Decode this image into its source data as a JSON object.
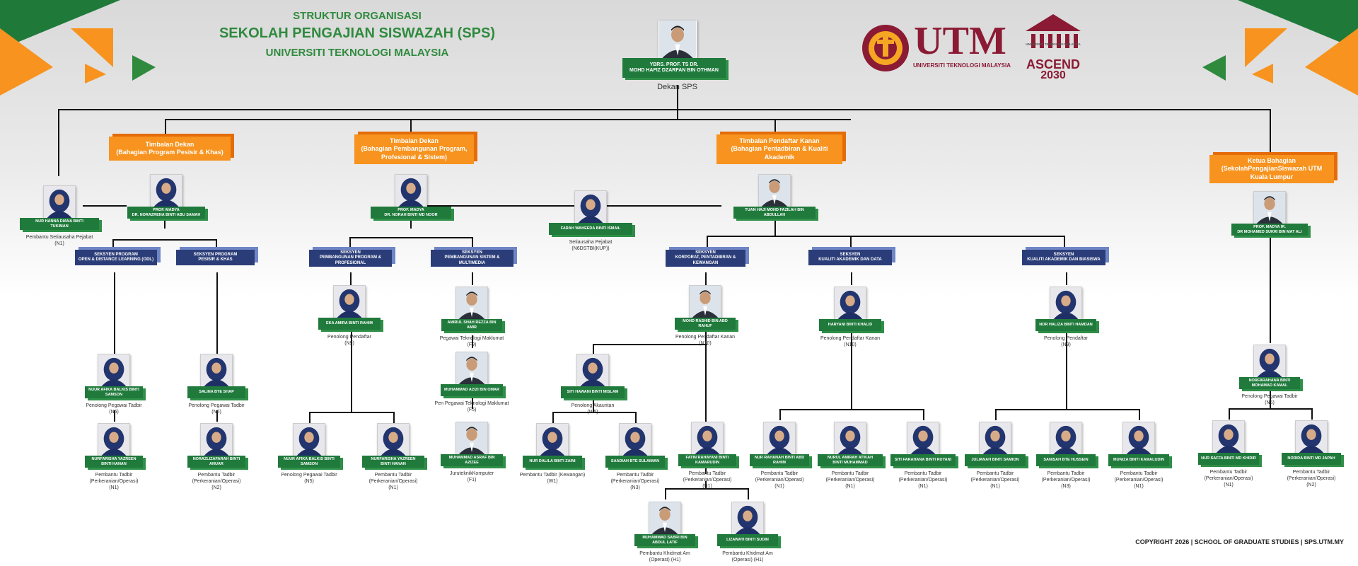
{
  "header": {
    "title1": "STRUKTUR ORGANISASI",
    "title2": "SEKOLAH PENGAJIAN SISWAZAH (SPS)",
    "title3": "UNIVERSITI TEKNOLOGI MALAYSIA"
  },
  "logos": {
    "utm_big": "UTM",
    "utm_sub": "UNIVERSITI TEKNOLOGI MALAYSIA",
    "ascend_top": "UNIVERSITI TEKNOLOGI MALAYSIA",
    "ascend_word": "ASCEND",
    "ascend_year": "2030"
  },
  "dean": {
    "name": "YBRS. PROF. TS DR.\nMOHD HAFIZ DZARFAN BIN OTHMAN",
    "role": "Dekan SPS"
  },
  "deputies": {
    "d1": "Timbalan Dekan\n(Bahagian Program Pesisir & Khas)",
    "d2": "Timbalan Dekan\n(Bahagian Pembangunan Program,\nProfesional & Sistem)",
    "d3": "Timbalan Pendaftar Kanan\n(Bahagian Pentadbiran & Kualiti\nAkademik",
    "d4": "Ketua Bahagian\n(SekolahPengajianSiswazah UTM\nKuala Lumpur"
  },
  "sections": {
    "s1": "SEKSYEN PROGRAM\nOPEN & DISTANCE LEARNING (ODL)",
    "s2": "SEKSYEN PROGRAM\nPESISIR & KHAS",
    "s3": "SEKSYEN\nPEMBANGUNAN PROGRAM &\nPROFESIONAL",
    "s4": "SEKSYEN\nPEMBANGUNAN SISTEM &\nMULTIMEDIA",
    "s5": "SEKSYEN\nKORPORAT, PENTADBIRAN &\nKEWANGAN",
    "s6": "SEKSYEN\nKUALITI AKADEMIK DAN DATA",
    "s7": "SEKSYEN\nKUALITI AKADEMIK DAN BIASISWA"
  },
  "people": [
    {
      "name": "NUR HANNA DIANA BINTI\nTUKIMAN",
      "role": "Pembantu Setiausaha Pejabat\n(N1)"
    },
    {
      "name": "PROF. MADYA\nDR. NORAZRENA BINTI ABU SAMAH",
      "role": ""
    },
    {
      "name": "PROF. MADYA\nDR. NORAH BINTI MD NOOR",
      "role": ""
    },
    {
      "name": "FARAH WAHEEDA BINTI ISMAIL",
      "role": "Setiausaha Pejabat\n(N6DSTBI(KUP))"
    },
    {
      "name": "TUAN HAJI MOHD FAZILAH BIN\nABDULLAH",
      "role": ""
    },
    {
      "name": "PROF. MADYA IR.\nDR MOHAMED SUKRI BIN MAT ALI",
      "role": ""
    },
    {
      "name": "NUUR AFIKA BALKIS BINTI\nSAMSON",
      "role": "Penolong Pegawai Tadbir\n(N5)"
    },
    {
      "name": "NURFARISHA YAZREEN\nBINTI HANAN",
      "role": "Pembantu Tadbir\n(Perkeranian/Operasi)\n(N1)"
    },
    {
      "name": "SALINA BTE SHAP",
      "role": "Penolong Pegawai Tadbir\n(N6)"
    },
    {
      "name": "NORAZLIZAFARAH BINTI\nANUAR",
      "role": "Pembantu Tadbir\n(Perkeranian/Operasi)\n(N2)"
    },
    {
      "name": "EKA AMIRA BINTI RAHIM",
      "role": "Penolong Pendaftar\n(N9)"
    },
    {
      "name": "NUUR AFIKA BALKIS BINTI\nSAMSON",
      "role": "Penolong Pegawai Tadbir\n(N5)"
    },
    {
      "name": "NURFARISHA YAZREEN\nBINTI HANAN",
      "role": "Pembantu Tadbir\n(Perkeranian/Operasi)\n(N1)"
    },
    {
      "name": "AMIRUL SHAH REZZA BIN\nAMIR",
      "role": "Pegawai Teknologi Maklumat\n(F9)"
    },
    {
      "name": "MUHAMMAD AZIZI BIN OMAR",
      "role": "Pen Pegawai Teknologi Maklumat\n(F5)"
    },
    {
      "name": "MUHAMMAD ASRAF BIN\nAZIZEE",
      "role": "JuruteknikKomputer\n(F1)"
    },
    {
      "name": "MOHD RASHID BIN ABD\nRAHUF",
      "role": "Penolong Pendaftar Kanan\n(N10)"
    },
    {
      "name": "SITI HAWANI BINTI MISLAM",
      "role": "Penolong Akauntan\n(W5)"
    },
    {
      "name": "NUR DALILA BINTI ZAINI",
      "role": "Pembantu Tadbir (Kewangan)\n(W1)"
    },
    {
      "name": "SAADIAH BTE SULAIMAN",
      "role": "Pembantu Tadbir\n(Perkeranian/Operasi)\n(N3)"
    },
    {
      "name": "FATIN RAHAYANI BINTI\nKAMARUDIN",
      "role": "Pembantu Tadbir\n(Perkeranian/Operasi)\n(N1)"
    },
    {
      "name": "MUHAMMAD SABRI BIN\nABDUL LATIF",
      "role": "Pembantu Khidmat Am\n(Operasi) (H1)"
    },
    {
      "name": "LIZAWATI BINTI SUDIN",
      "role": "Pembantu Khidmat Am\n(Operasi) (H1)"
    },
    {
      "name": "HARYANI BINTI KHALID",
      "role": "Penolong Pendaftar Kanan\n(N10)"
    },
    {
      "name": "NUR RAHANAH BINTI ABD\nRAHIM",
      "role": "Pembantu Tadbir\n(Perkeranian/Operasi)\n(N1)"
    },
    {
      "name": "NURUL AMIRAH ATIKAH\nBINTI MUHAMMAD",
      "role": "Pembantu Tadbir\n(Perkeranian/Operasi)\n(N1)"
    },
    {
      "name": "SITI FARAHANA BINTI RUYANI",
      "role": "Pembantu Tadbir\n(Perkeranian/Operasi)\n(N1)"
    },
    {
      "name": "NOR HALIZA BINTI HAMDAN",
      "role": "Penolong Pendaftar\n(N9)"
    },
    {
      "name": "JULIANAH BINTI SAMION",
      "role": "Pembantu Tadbir\n(Perkeranian/Operasi)\n(N1)"
    },
    {
      "name": "SANISAH BTE HUSSEIN",
      "role": "Pembantu Tadbir\n(Perkeranian/Operasi)\n(N3)"
    },
    {
      "name": "MUNIZA BINTI KAMALUDIN",
      "role": "Pembantu Tadbir\n(Perkeranian/Operasi)\n(N1)"
    },
    {
      "name": "NORFARAHANA BINTI\nMOHAMAD KAMAL",
      "role": "Penolong Pegawai Tadbir\n(N5)"
    },
    {
      "name": "NUR SAFFA BINTI MD KHIDIR",
      "role": "Pembantu Tadbir\n(Perkeranian/Operasi)\n(N1)"
    },
    {
      "name": "NORIDA BINTI MD JAPAH",
      "role": "Pembantu Tadbir\n(Perkeranian/Operasi)\n(N2)"
    }
  ],
  "footer": "COPYRIGHT 2026 | SCHOOL OF GRADUATE STUDIES | SPS.UTM.MY",
  "colors": {
    "green": "#207a3c",
    "orange": "#f7931e",
    "navy": "#2b3d78",
    "maroon": "#8b1a34"
  }
}
